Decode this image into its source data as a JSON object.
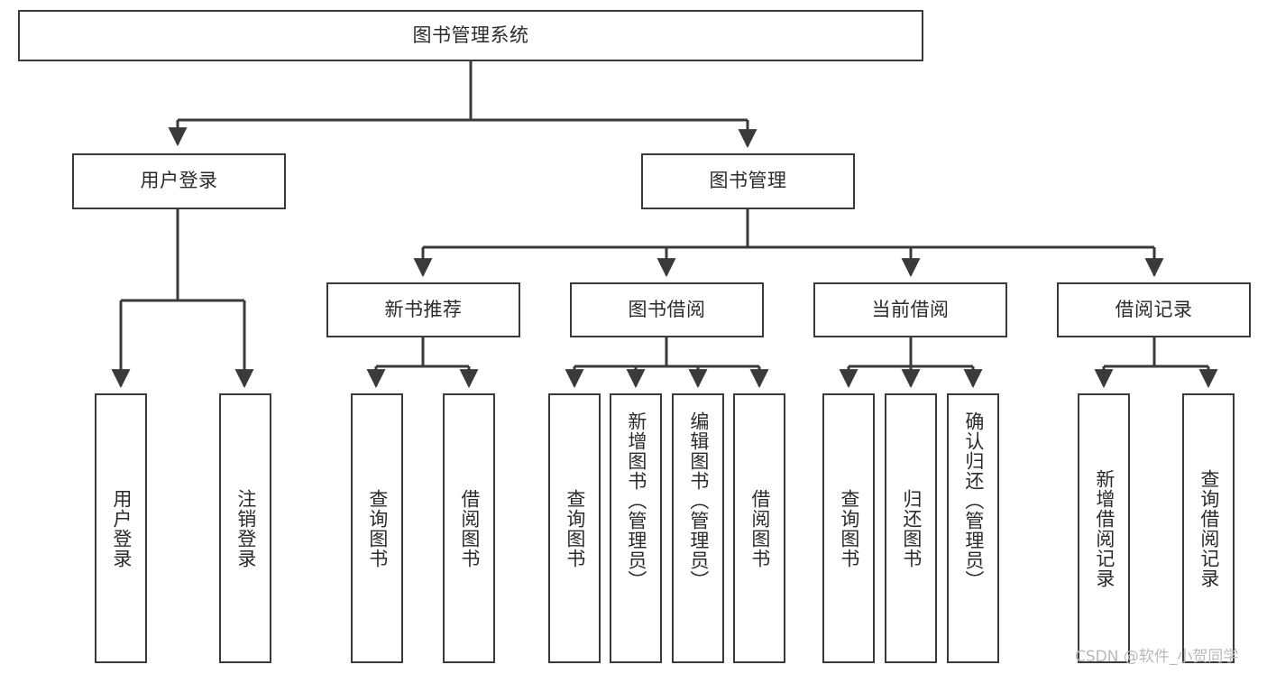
{
  "diagram": {
    "title": "图书管理系统",
    "type": "tree-hierarchy",
    "root": {
      "id": "root",
      "label": "图书管理系统"
    },
    "level2": [
      {
        "id": "user-login",
        "label": "用户登录"
      },
      {
        "id": "book-manage",
        "label": "图书管理"
      }
    ],
    "level3": [
      {
        "id": "new-book-rec",
        "label": "新书推荐",
        "parent": "book-manage"
      },
      {
        "id": "book-borrow",
        "label": "图书借阅",
        "parent": "book-manage"
      },
      {
        "id": "current-borrow",
        "label": "当前借阅",
        "parent": "book-manage"
      },
      {
        "id": "borrow-record",
        "label": "借阅记录",
        "parent": "book-manage"
      }
    ],
    "leaves": [
      {
        "id": "leaf-user-login",
        "label": "用户登录",
        "parent": "user-login"
      },
      {
        "id": "leaf-user-logout",
        "label": "注销登录",
        "parent": "user-login"
      },
      {
        "id": "leaf-query-book-1",
        "label": "查询图书",
        "parent": "new-book-rec"
      },
      {
        "id": "leaf-borrow-book-1",
        "label": "借阅图书",
        "parent": "new-book-rec"
      },
      {
        "id": "leaf-query-book-2",
        "label": "查询图书",
        "parent": "book-borrow"
      },
      {
        "id": "leaf-add-book",
        "label": "新增图书（管理员）",
        "parent": "book-borrow"
      },
      {
        "id": "leaf-edit-book",
        "label": "编辑图书（管理员）",
        "parent": "book-borrow"
      },
      {
        "id": "leaf-borrow-book-2",
        "label": "借阅图书",
        "parent": "book-borrow"
      },
      {
        "id": "leaf-query-book-3",
        "label": "查询图书",
        "parent": "current-borrow"
      },
      {
        "id": "leaf-return-book",
        "label": "归还图书",
        "parent": "current-borrow"
      },
      {
        "id": "leaf-confirm-return",
        "label": "确认归还（管理员）",
        "parent": "current-borrow"
      },
      {
        "id": "leaf-add-record",
        "label": "新增借阅记录",
        "parent": "borrow-record"
      },
      {
        "id": "leaf-query-record",
        "label": "查询借阅记录",
        "parent": "borrow-record"
      }
    ]
  },
  "watermark": {
    "text": "CSDN @软件_小贺同学"
  },
  "colors": {
    "border": "#3a3a3a",
    "text": "#2b2b2b",
    "connector": "#3a3a3a",
    "background": "#ffffff",
    "watermark": "#b9b9b9"
  }
}
